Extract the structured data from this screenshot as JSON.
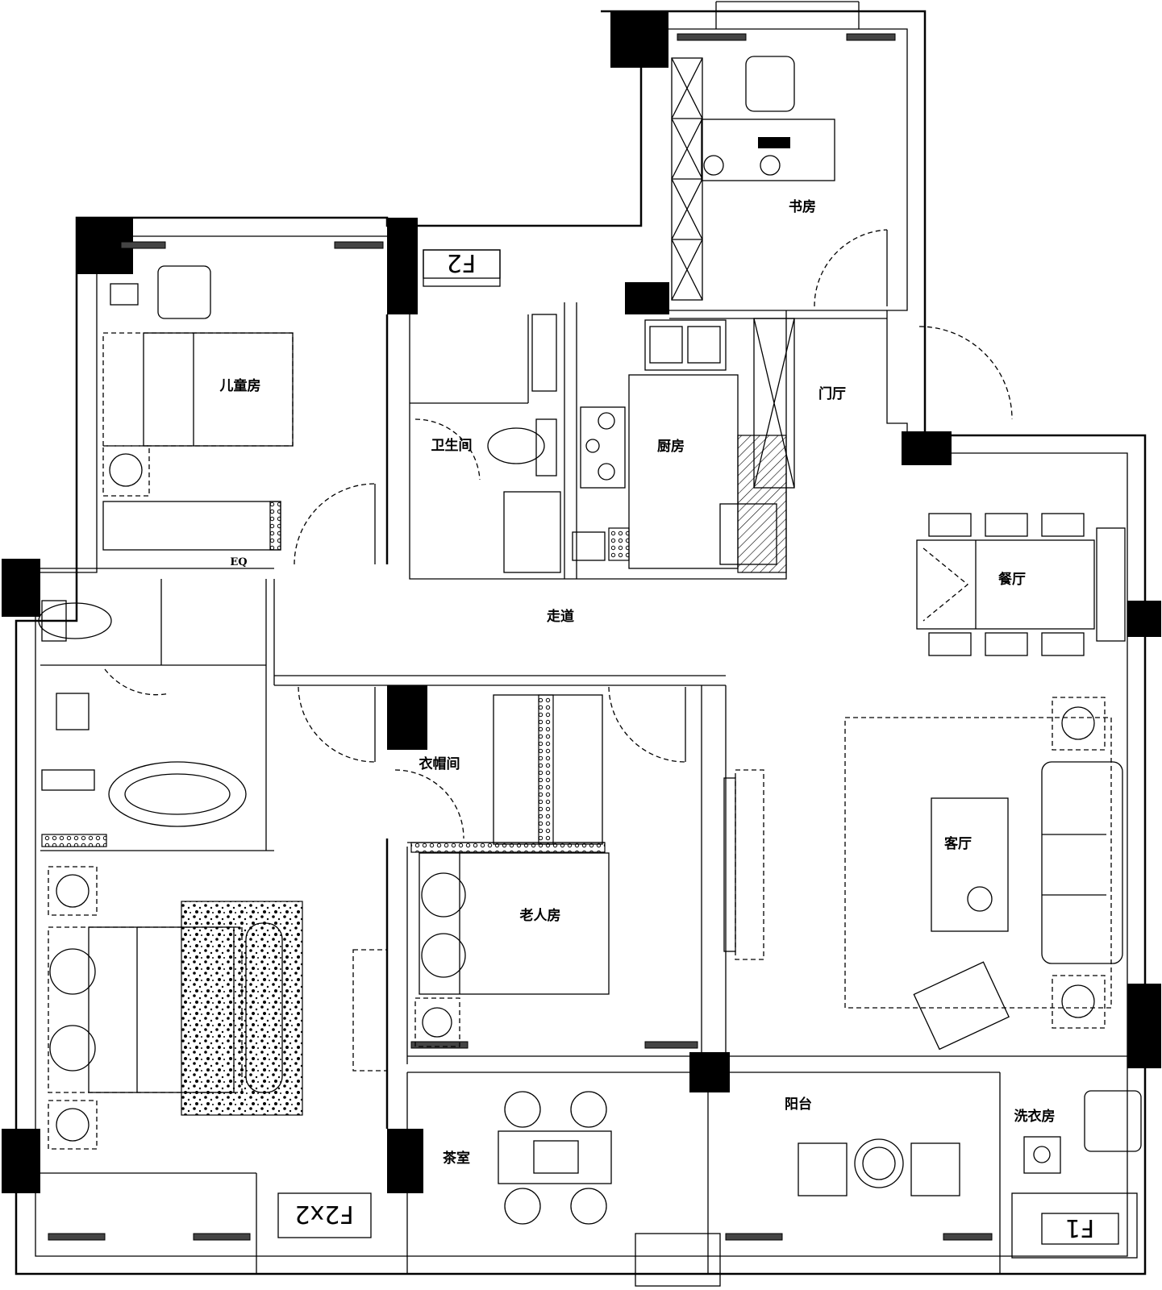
{
  "rooms": {
    "study": "书房",
    "children": "儿童房",
    "bath": "卫生间",
    "kitchen": "厨房",
    "foyer": "门厅",
    "dining": "餐厅",
    "corridor": "走道",
    "cloakroom": "衣帽间",
    "elderly": "老人房",
    "living": "客厅",
    "tea": "茶室",
    "balcony": "阳台",
    "laundry": "洗衣房"
  },
  "tags": {
    "f2": "F2",
    "f2x2": "F2x2",
    "f1": "F1",
    "eq": "EQ"
  }
}
